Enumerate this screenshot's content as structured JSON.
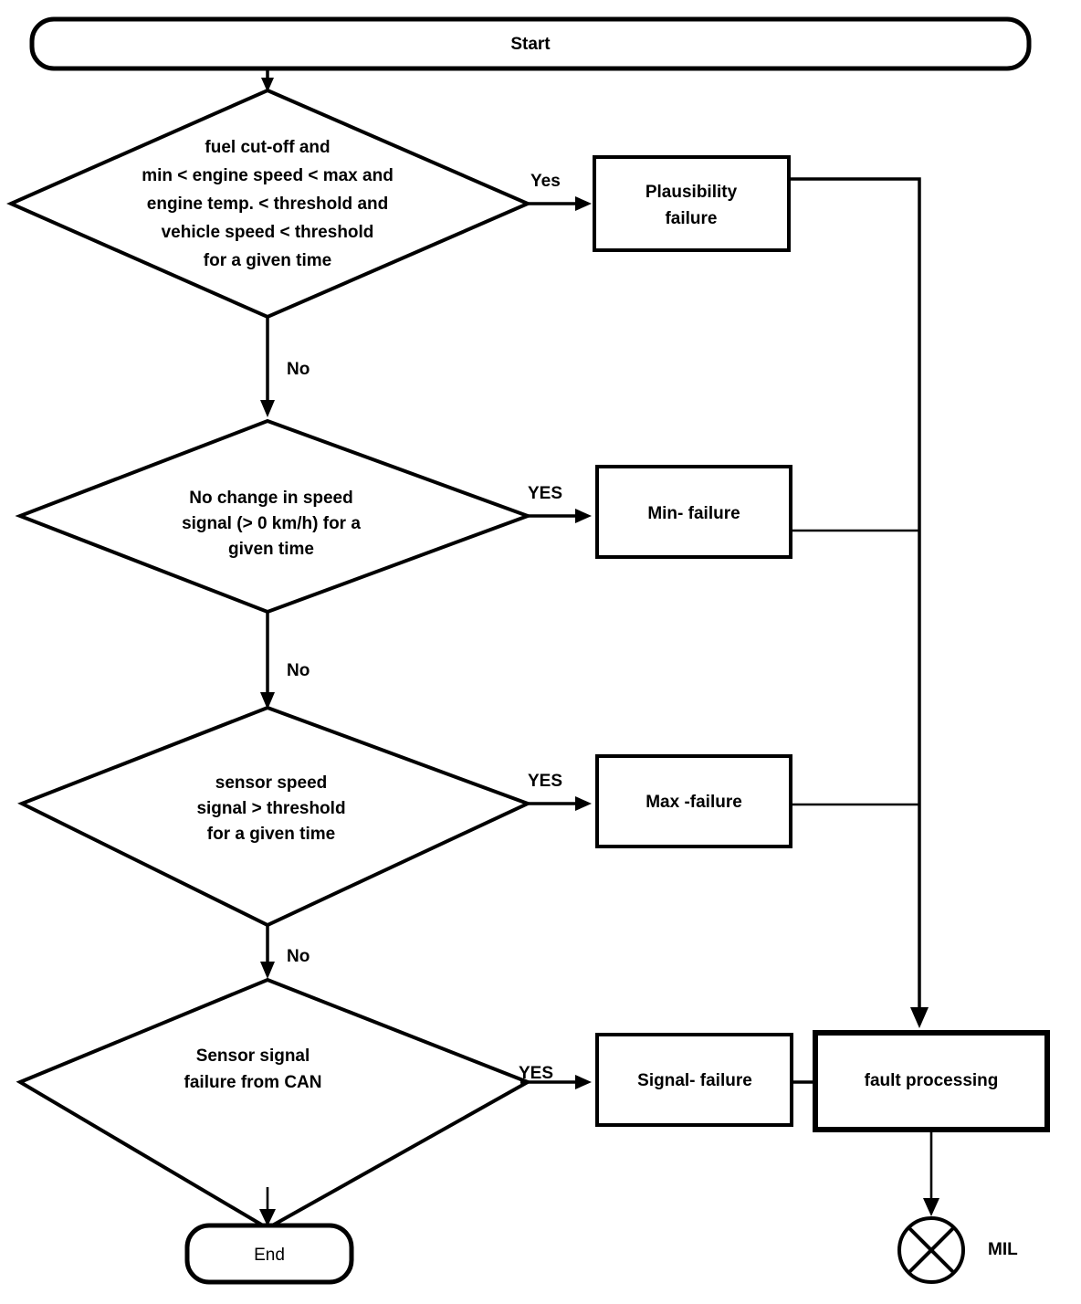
{
  "diagram": {
    "title": "Vehicle speed sensor diagnostic flowchart",
    "type": "flowchart",
    "background_color": "#ffffff",
    "line_color": "#000000"
  },
  "nodes": {
    "start": {
      "label": "Start",
      "shape": "terminator"
    },
    "decision1": {
      "shape": "diamond",
      "lines": [
        "fuel cut-off and",
        "min < engine speed < max and",
        "engine temp. < threshold and",
        "vehicle speed < threshold",
        "for a given time"
      ]
    },
    "decision2": {
      "shape": "diamond",
      "lines": [
        "No change in speed",
        "signal (> 0 km/h) for a",
        "given time"
      ]
    },
    "decision3": {
      "shape": "diamond",
      "lines": [
        "sensor speed",
        "signal  > threshold",
        "for a given time"
      ]
    },
    "decision4": {
      "shape": "diamond",
      "lines": [
        "Sensor signal",
        "failure from CAN"
      ]
    },
    "plausibility_failure": {
      "shape": "process",
      "lines": [
        "Plausibility",
        "failure"
      ]
    },
    "min_failure": {
      "shape": "process",
      "lines": [
        "Min- failure"
      ]
    },
    "max_failure": {
      "shape": "process",
      "lines": [
        "Max -failure"
      ]
    },
    "signal_failure": {
      "shape": "process",
      "lines": [
        "Signal- failure"
      ]
    },
    "fault_processing": {
      "shape": "process",
      "lines": [
        "fault processing"
      ]
    },
    "end": {
      "label": "End",
      "shape": "terminator"
    },
    "mil": {
      "label": "MIL",
      "shape": "crossed-circle"
    }
  },
  "edge_labels": {
    "d1_yes": "Yes",
    "d1_no": "No",
    "d2_yes": "YES",
    "d2_no": "No",
    "d3_yes": "YES",
    "d3_no": "No",
    "d4_yes": "YES"
  }
}
